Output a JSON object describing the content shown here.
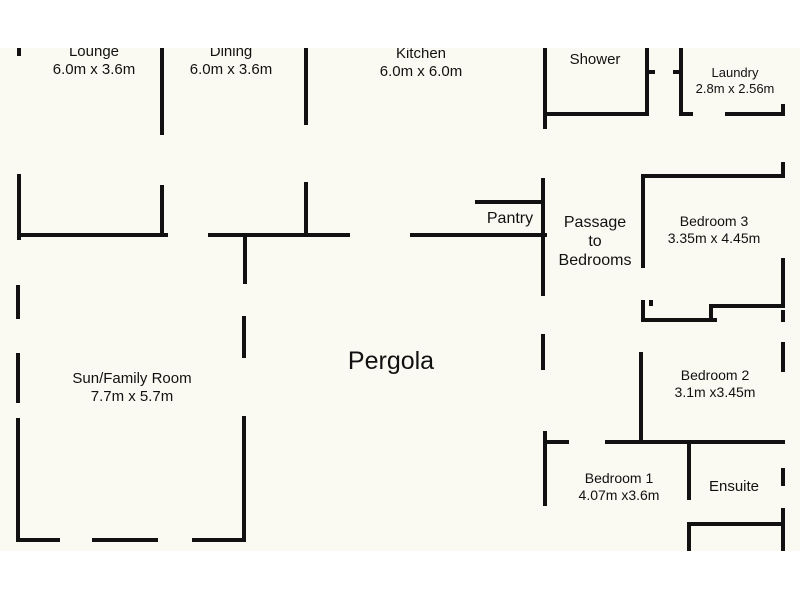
{
  "rooms": {
    "lounge": {
      "name": "Lounge",
      "size": "6.0m x 3.6m"
    },
    "dining": {
      "name": "Dining",
      "size": "6.0m x 3.6m"
    },
    "kitchen": {
      "name": "Kitchen",
      "size": "6.0m x 6.0m"
    },
    "shower": {
      "name": "Shower"
    },
    "laundry": {
      "name": "Laundry",
      "size": "2.8m x 2.56m"
    },
    "pantry": {
      "name": "Pantry"
    },
    "passage": {
      "line1": "Passage",
      "line2": "to",
      "line3": "Bedrooms"
    },
    "bedroom3": {
      "name": "Bedroom 3",
      "size": "3.35m x 4.45m"
    },
    "sun_family": {
      "name": "Sun/Family Room",
      "size": "7.7m x 5.7m"
    },
    "pergola": {
      "name": "Pergola"
    },
    "bedroom2": {
      "name": "Bedroom 2",
      "size": "3.1m x3.45m"
    },
    "bedroom1": {
      "name": "Bedroom 1",
      "size": "4.07m x3.6m"
    },
    "ensuite": {
      "name": "Ensuite"
    }
  },
  "colors": {
    "wall": "#111111",
    "paper": "#fafaf2",
    "text": "#111111"
  }
}
